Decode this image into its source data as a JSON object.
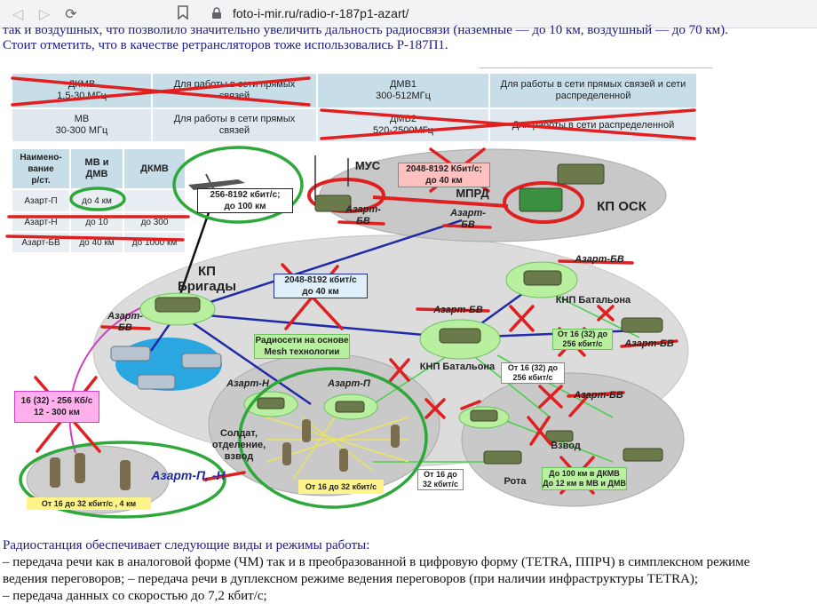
{
  "browser": {
    "url": "foto-i-mir.ru/radio-r-187p1-azart/",
    "back_icon": "arrow-left-icon",
    "forward_icon": "arrow-right-icon",
    "reload_icon": "reload-icon",
    "bookmark_icon": "bookmark-icon",
    "secure_icon": "lock-icon"
  },
  "intro": {
    "line1": "так и воздушных, что позволило значительно увеличить дальность радиосвязи (наземные — до 10 км, воздушный — до 70 км).",
    "line2": "Стоит отметить, что в качестве ретрансляторов тоже использовались Р-187П1."
  },
  "table_top": {
    "r1c1": "ДКМВ\n1.5-30 МГц",
    "r1c2": "Для работы в сети прямых\nсвязей",
    "r1c3": "ДМВ1\n300-512МГц",
    "r1c4": "Для работы в сети прямых связей и сети\nраспределенной",
    "r2c1": "МВ\n30-300 МГц",
    "r2c2": "Для работы в сети прямых\nсвязей",
    "r2c3": "ДМВ2\n520-2500МГц",
    "r2c4": "Для работы в сети распределенной"
  },
  "table_left": {
    "h1": "Наимено-\nвание\nр/ст.",
    "h2": "МВ и\nДМВ",
    "h3": "ДКМВ",
    "rows": [
      {
        "name": "Азарт-П",
        "mv": "до 4 км",
        "dkmv": ""
      },
      {
        "name": "Азарт-Н",
        "mv": "до 10",
        "dkmv": "до 300"
      },
      {
        "name": "Азарт-БВ",
        "mv": "до 40 км",
        "dkmv": "до 1000 км"
      }
    ]
  },
  "diagram": {
    "mus": "МУС",
    "mprd": "МПРД",
    "kp_osk": "КП ОСК",
    "azart_bv_top1": "Азарт-БВ",
    "azart_bv_top2": "Азарт-БВ",
    "speed_top": "2048-8192 Кбит/с;\nдо 40 км",
    "speed_uav": "256-8192 кбит/с;\nдо 100 км",
    "kp_brigady": "КП\nБригады",
    "speed_mid": "2048-8192 кбит/с\nдо 40 км",
    "azart_bv_left": "Азарт-БВ",
    "mesh": "Радиосети на основе\nMesh технологии",
    "azart_bv_mid": "Азарт-БВ",
    "knp_batalona1": "КНП Батальона",
    "azart_bv_right1": "Азарт-БВ",
    "azart_bv_right2": "Азарт-БВ",
    "speed_r1": "От 16 (32) до\n256 кбит/с",
    "knp_batalona2": "КНП Батальона",
    "speed_r2": "От 16 (32) до\n256 кбит/с",
    "azart_n1": "Азарт-Н",
    "azart_p1": "Азарт-П",
    "azart_bv_low": "Азарт-БВ",
    "soldier": "Солдат,\nотделение,\nвзвод",
    "vzvod": "Взвод",
    "rota": "Рота",
    "speed_pink": "16 (32) - 256 Кб/с\n12 - 300 км",
    "speed_inner": "От 16 до 32 кбит/с",
    "speed_ot16": "От 16 до\n32 кбит/с",
    "range_low": "До 100 км в ДКМВ\nДо 12 км в МВ и ДМВ",
    "azart_p_n": "Азарт-П, -Н",
    "speed_bottom": "От 16 до 32 кбит/с , 4 км"
  },
  "body_text": {
    "line1": "Радиостанция обеспечивает следующие виды и режимы работы:",
    "line2": "– передача речи как в аналоговой форме (ЧМ) так и в преобразованной в цифровую форму (TETRA, ППРЧ) в симплексном режиме",
    "line3": "ведения переговоров; – передача речи в дуплексном режиме ведения переговоров (при наличии инфраструктуры TETRA);",
    "line4": "– передача данных со скоростью до 7,2 кбит/с;"
  },
  "colors": {
    "cross_red": "#e02020",
    "green_circle": "#2ea83a",
    "link_blue": "#1f2aa8",
    "node_green": "#b8f0a0",
    "table_blue": "#c7dde8"
  }
}
